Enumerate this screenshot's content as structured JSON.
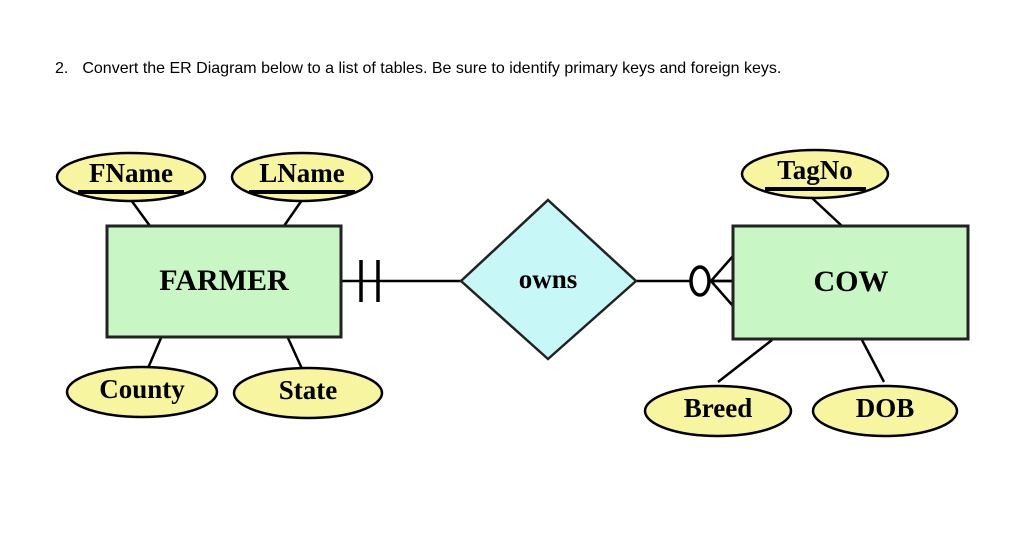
{
  "question": {
    "number": "2.",
    "text": "Convert the ER Diagram below to a list of tables.  Be sure to identify primary keys and\nforeign keys."
  },
  "colors": {
    "entity_fill": "#c8f7c5",
    "relationship_fill": "#c8f7f7",
    "attribute_fill": "#f7f5a0",
    "stroke": "#000000",
    "background": "#ffffff"
  },
  "diagram": {
    "type": "er-diagram",
    "entities": [
      {
        "id": "farmer",
        "label": "FARMER"
      },
      {
        "id": "cow",
        "label": "COW"
      }
    ],
    "relationships": [
      {
        "id": "owns",
        "label": "owns",
        "from": "farmer",
        "to": "cow",
        "from_cardinality": "one-and-only-one",
        "from_cardinality_symbol": "||",
        "to_cardinality": "zero-or-many",
        "to_cardinality_symbol": "0<"
      }
    ],
    "attributes": [
      {
        "id": "fname",
        "label": "FName",
        "entity": "farmer",
        "key": true
      },
      {
        "id": "lname",
        "label": "LName",
        "entity": "farmer",
        "key": true
      },
      {
        "id": "county",
        "label": "County",
        "entity": "farmer",
        "key": false
      },
      {
        "id": "state",
        "label": "State",
        "entity": "farmer",
        "key": false
      },
      {
        "id": "tagno",
        "label": "TagNo",
        "entity": "cow",
        "key": true
      },
      {
        "id": "breed",
        "label": "Breed",
        "entity": "cow",
        "key": false
      },
      {
        "id": "dob",
        "label": "DOB",
        "entity": "cow",
        "key": false
      }
    ],
    "cardinality_zero_label": "0"
  }
}
